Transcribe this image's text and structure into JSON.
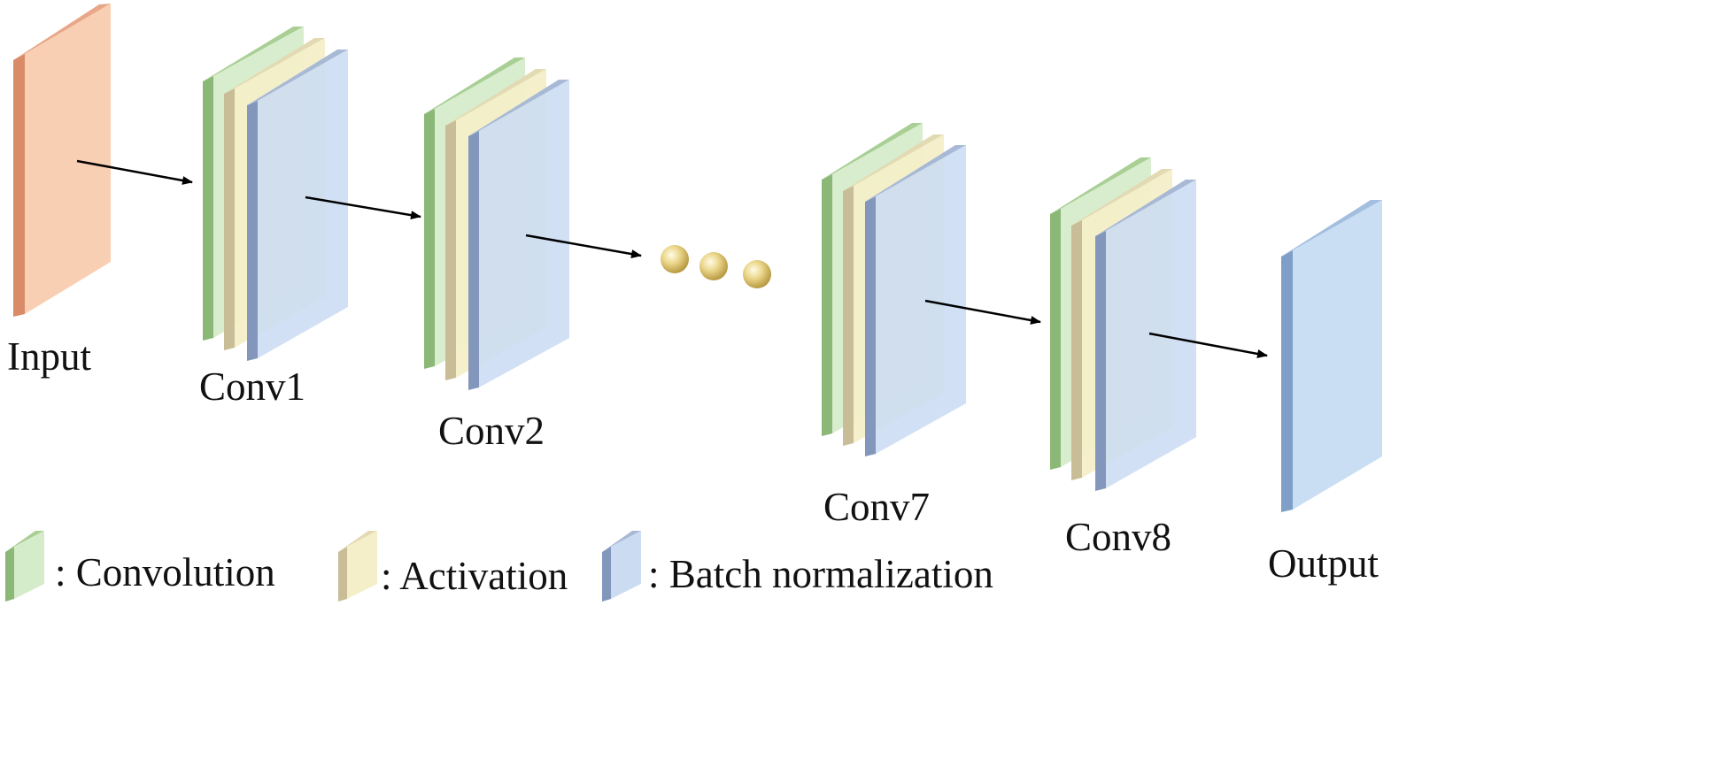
{
  "labels": {
    "input": "Input",
    "conv1": "Conv1",
    "conv2": "Conv2",
    "conv7": "Conv7",
    "conv8": "Conv8",
    "output": "Output"
  },
  "legend": {
    "convolution": ": Convolution",
    "activation": ": Activation",
    "batch_norm": ": Batch normalization"
  },
  "colors": {
    "input_face": "#f9cfb3",
    "input_side": "#d98a67",
    "conv_face": "#d5ecca",
    "conv_side": "#8bb876",
    "act_face": "#f4efc8",
    "act_side": "#c8bd96",
    "bn_face": "#cbdcf2",
    "bn_side": "#8397bd",
    "output_face": "#c9def3",
    "output_side": "#7f9fc8",
    "ball": "#e8d48a",
    "arrow": "#000000"
  }
}
